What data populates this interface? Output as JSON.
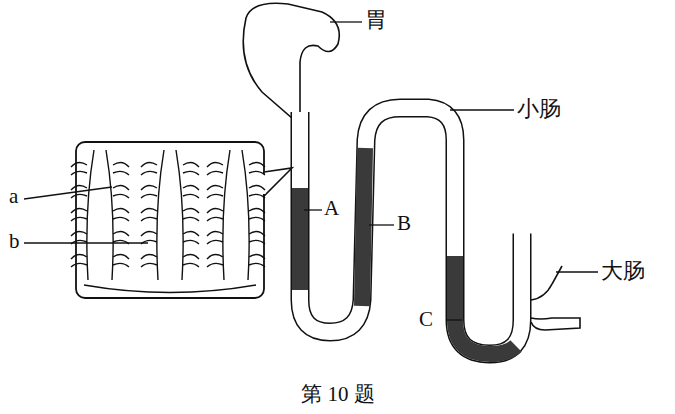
{
  "diagram": {
    "caption": "第 10 题",
    "labels": [
      "胃",
      "小肠",
      "大肠",
      "a",
      "b",
      "A",
      "B",
      "C"
    ]
  }
}
